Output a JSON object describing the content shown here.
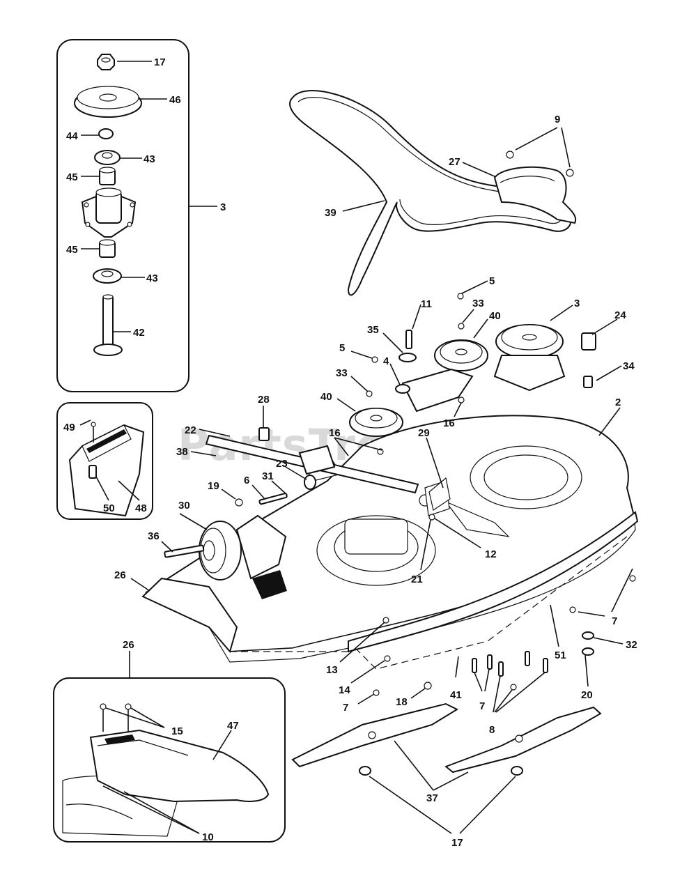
{
  "watermark": "PartsTree",
  "callouts": {
    "c17_top": "17",
    "c46": "46",
    "c44": "44",
    "c43_a": "43",
    "c45_a": "45",
    "c3_box": "3",
    "c45_b": "45",
    "c43_b": "43",
    "c42": "42",
    "c49": "49",
    "c50": "50",
    "c48": "48",
    "c9": "9",
    "c27": "27",
    "c39": "39",
    "c5_a": "5",
    "c11": "11",
    "c33_a": "33",
    "c40_a": "40",
    "c3_main": "3",
    "c24": "24",
    "c35": "35",
    "c5_b": "5",
    "c4": "4",
    "c34": "34",
    "c33_b": "33",
    "c40_b": "40",
    "c16_a": "16",
    "c2": "2",
    "c28": "28",
    "c22": "22",
    "c16_b": "16",
    "c29": "29",
    "c38": "38",
    "c23": "23",
    "c31": "31",
    "c6": "6",
    "c19": "19",
    "c30": "30",
    "c36": "36",
    "c12": "12",
    "c21": "21",
    "c26_a": "26",
    "c7_a": "7",
    "c32": "32",
    "c51": "51",
    "c13": "13",
    "c14": "14",
    "c41": "41",
    "c7_b": "7",
    "c18": "18",
    "c7_c": "7",
    "c20": "20",
    "c8": "8",
    "c26_b": "26",
    "c15": "15",
    "c47": "47",
    "c37": "37",
    "c10": "10",
    "c17_bottom": "17"
  }
}
